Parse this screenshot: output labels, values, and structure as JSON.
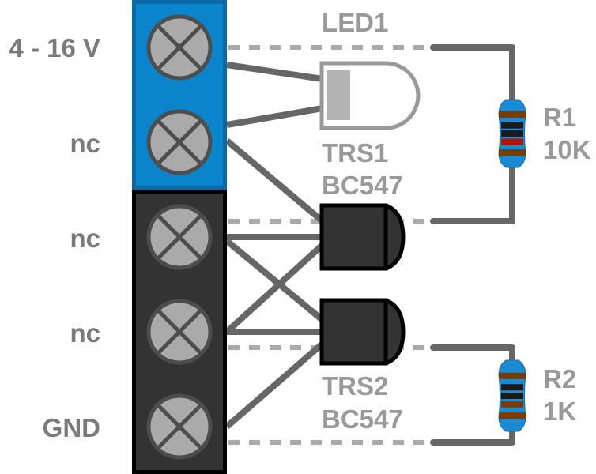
{
  "terminal_labels": {
    "t1": "4 - 16 V",
    "t2": "nc",
    "t3": "nc",
    "t4": "nc",
    "t5": "GND"
  },
  "components": {
    "led1": {
      "name": "LED1"
    },
    "trs1": {
      "name": "TRS1",
      "part": "BC547"
    },
    "trs2": {
      "name": "TRS2",
      "part": "BC547"
    },
    "r1": {
      "name": "R1",
      "value": "10K",
      "bands": [
        "#7a3d00",
        "#1a1a1a",
        "#1a1a1a",
        "#b01400",
        "#7a3d00"
      ]
    },
    "r2": {
      "name": "R2",
      "value": "1K",
      "bands": [
        "#7a3d00",
        "#1a1a1a",
        "#1a1a1a",
        "#7a3d00",
        "#7a3d00"
      ]
    }
  },
  "colors": {
    "terminal_blue": "#0a84cc",
    "terminal_blue_border": "#0a6aa8",
    "terminal_black": "#333333",
    "screw": "#aaaaaa",
    "screw_stroke": "#4d4d4d",
    "wire": "#666666",
    "dashed": "#aaaaaa",
    "label": "#7a7a7a",
    "resistor_body": "#1a8ad4"
  }
}
